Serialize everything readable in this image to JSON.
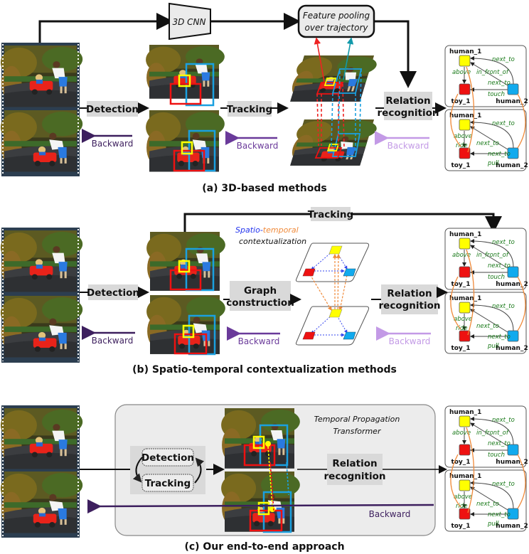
{
  "panels": {
    "a": {
      "caption": "(a) 3D-based methods",
      "cnn_label": "3D CNN",
      "pooling_label_line1": "Feature pooling",
      "pooling_label_line2": "over trajectory",
      "step1": "Detection",
      "step2": "Tracking",
      "step3_line1": "Relation",
      "step3_line2": "recognition",
      "backward": [
        "Backward",
        "Backward",
        "Backward"
      ]
    },
    "b": {
      "caption": "(b) Spatio-temporal contextualization methods",
      "tracking_label": "Tracking",
      "context_spatio": "Spatio",
      "context_dash": "-",
      "context_temporal": "temporal",
      "context_line2": "contextualization",
      "step1": "Detection",
      "step2_line1": "Graph",
      "step2_line2": "construction",
      "step3_line1": "Relation",
      "step3_line2": "recognition",
      "backward": [
        "Backward",
        "Backward",
        "Backward"
      ]
    },
    "c": {
      "caption": "(c) Our end-to-end approach",
      "tpt_line1": "Temporal Propagation",
      "tpt_line2": "Transformer",
      "loop_top": "Detection",
      "loop_bottom": "Tracking",
      "step_line1": "Relation",
      "step_line2": "recognition",
      "backward": "Backward"
    }
  },
  "scene_graph": {
    "nodes": [
      "human_1",
      "toy_1",
      "human_2"
    ],
    "frame1_relations": [
      "above",
      "in_front_of",
      "next_to",
      "next_to",
      "touch"
    ],
    "frame2_relations": [
      "above",
      "ride",
      "next_to",
      "next_to",
      "next_to",
      "pull"
    ]
  },
  "colors": {
    "human_1": "#ffff00",
    "toy_1": "#ee1111",
    "human_2": "#11aaee",
    "relation_text": "#1a7a1a",
    "temporal_edge": "#f08a3a",
    "spatial_edge": "#3344ee",
    "backward_dark": "#3d1f5e",
    "backward_mid": "#6a3a9a",
    "backward_light": "#c39ae6",
    "label_bg": "#d9d9d9"
  }
}
